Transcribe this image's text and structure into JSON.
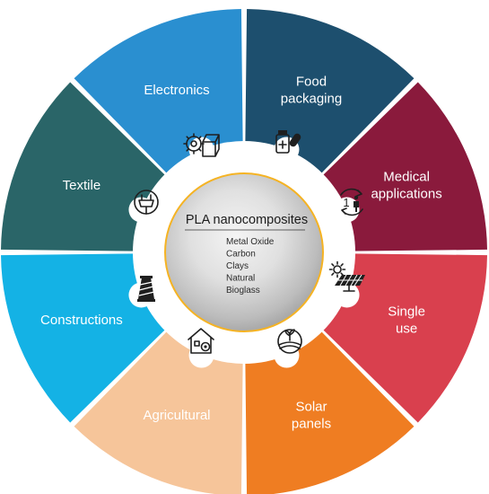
{
  "center": {
    "title": "PLA nanocomposites",
    "items": [
      "Metal  Oxide",
      "Carbon",
      "Clays",
      "Natural",
      "Bioglass"
    ]
  },
  "segments": [
    {
      "lines": [
        "Food",
        "packaging"
      ],
      "color": "#1d4f6e",
      "icon": "gear-box-icon"
    },
    {
      "lines": [
        "Medical",
        "applications"
      ],
      "color": "#8a1a3c",
      "icon": "medicine-icon"
    },
    {
      "lines": [
        "Single",
        "use"
      ],
      "color": "#d9404e",
      "icon": "single-use-icon"
    },
    {
      "lines": [
        "Solar",
        "panels"
      ],
      "color": "#ef7d22",
      "icon": "solar-panel-icon"
    },
    {
      "lines": [
        "Agricultural"
      ],
      "color": "#f6c59a",
      "icon": "agriculture-icon"
    },
    {
      "lines": [
        "Constructions"
      ],
      "color": "#14b2e5",
      "icon": "construction-icon"
    },
    {
      "lines": [
        "Textile"
      ],
      "color": "#2a6568",
      "icon": "textile-icon"
    },
    {
      "lines": [
        "Electronics"
      ],
      "color": "#2a8fd0",
      "icon": "plug-icon"
    }
  ]
}
